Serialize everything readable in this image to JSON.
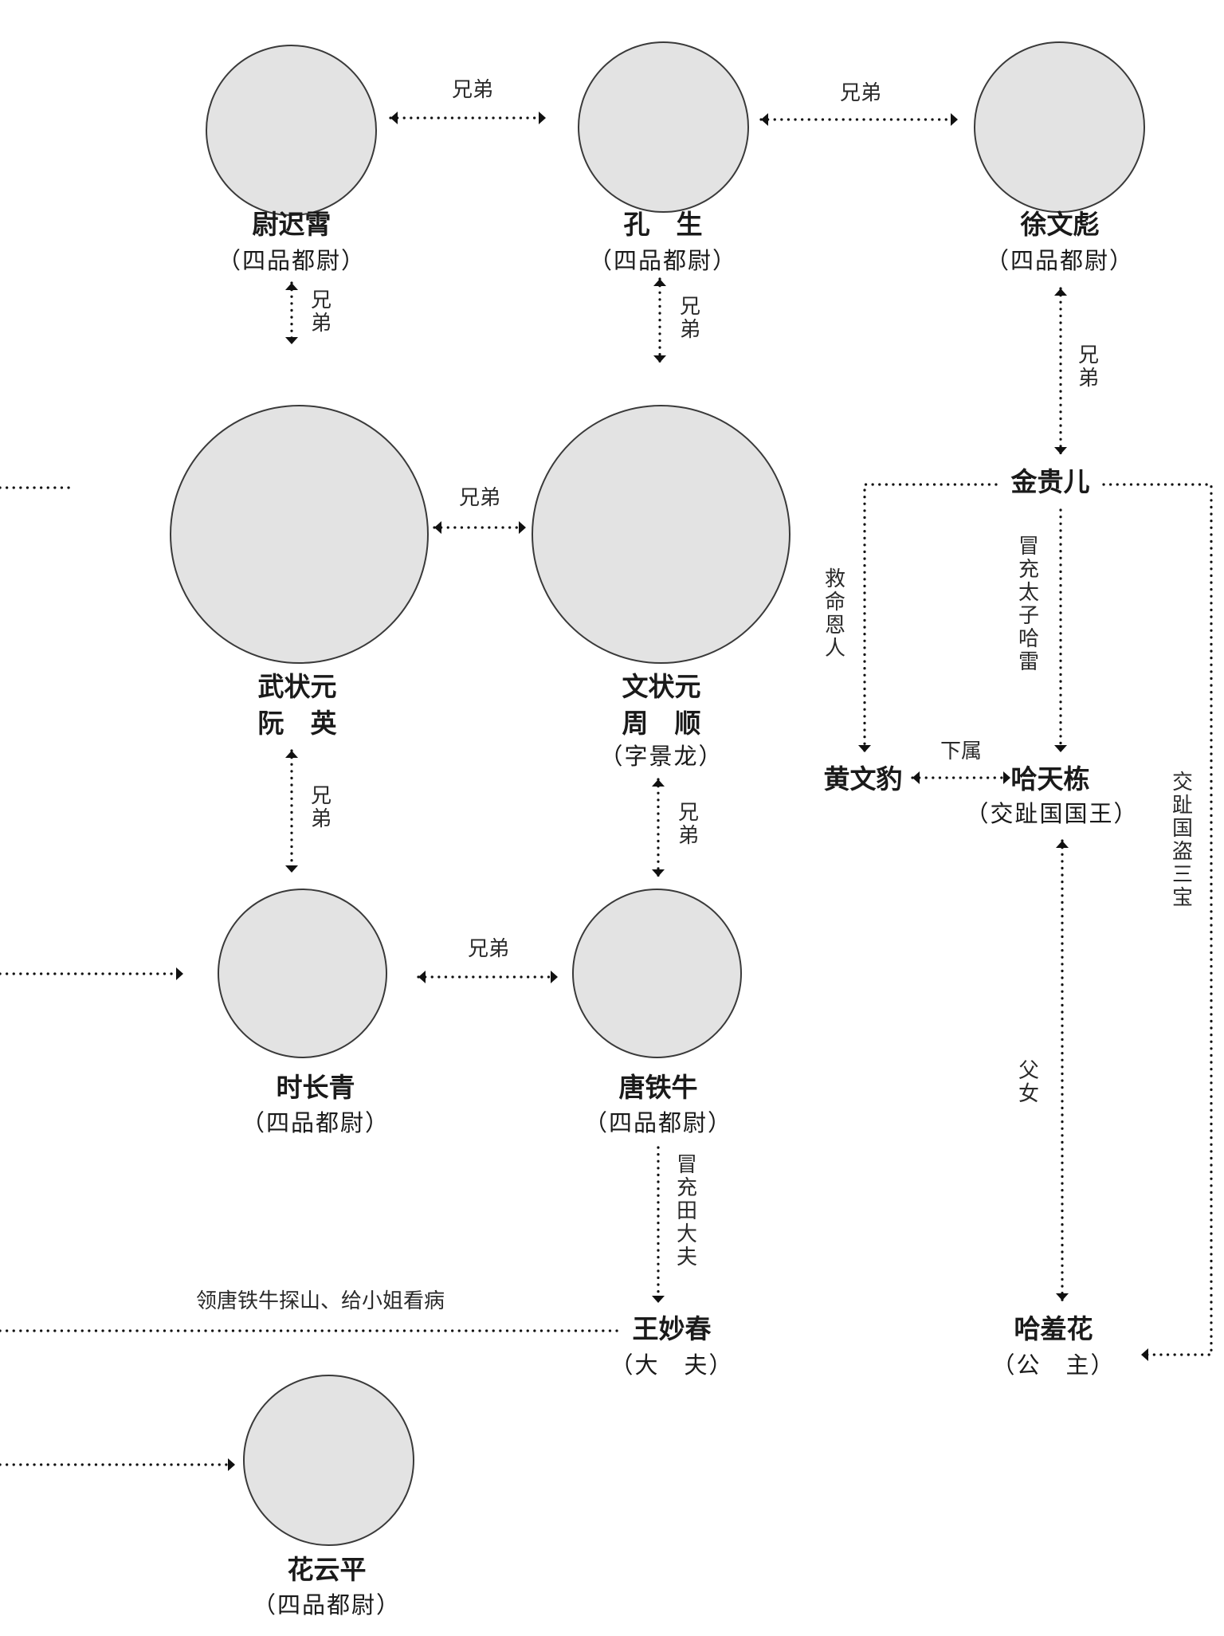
{
  "persons": {
    "yuchi_xiao": {
      "name": "尉迟霄",
      "title": "（四品都尉）"
    },
    "kong_sheng": {
      "name": "孔　生",
      "title": "（四品都尉）"
    },
    "xu_wenbiao": {
      "name": "徐文彪",
      "title": "（四品都尉）"
    },
    "ruan_ying": {
      "name": "武状元",
      "name2": "阮　英"
    },
    "zhou_shun": {
      "name": "文状元",
      "name2": "周　顺",
      "title": "（字景龙）"
    },
    "jin_guier": {
      "name": "金贵儿"
    },
    "huang_wenbao": {
      "name": "黄文豹"
    },
    "ha_tiandong": {
      "name": "哈天栋",
      "title": "（交趾国国王）"
    },
    "shi_changqing": {
      "name": "时长青",
      "title": "（四品都尉）"
    },
    "tang_tieniu": {
      "name": "唐铁牛",
      "title": "（四品都尉）"
    },
    "wang_miaochun": {
      "name": "王妙春",
      "title": "（大　夫）"
    },
    "ha_xiuhua": {
      "name": "哈羞花",
      "title": "（公　主）"
    },
    "hua_yunping": {
      "name": "花云平",
      "title": "（四品都尉）"
    }
  },
  "relations": {
    "brothers": "兄弟",
    "savior": "救命恩人",
    "impersonate_prince": "冒充太子哈雷",
    "subordinate": "下属",
    "steal_treasure": "交趾国盗三宝",
    "father_daughter": "父女",
    "impersonate_tian": "冒充田大夫",
    "lead_tang": "领唐铁牛探山、给小姐看病"
  }
}
